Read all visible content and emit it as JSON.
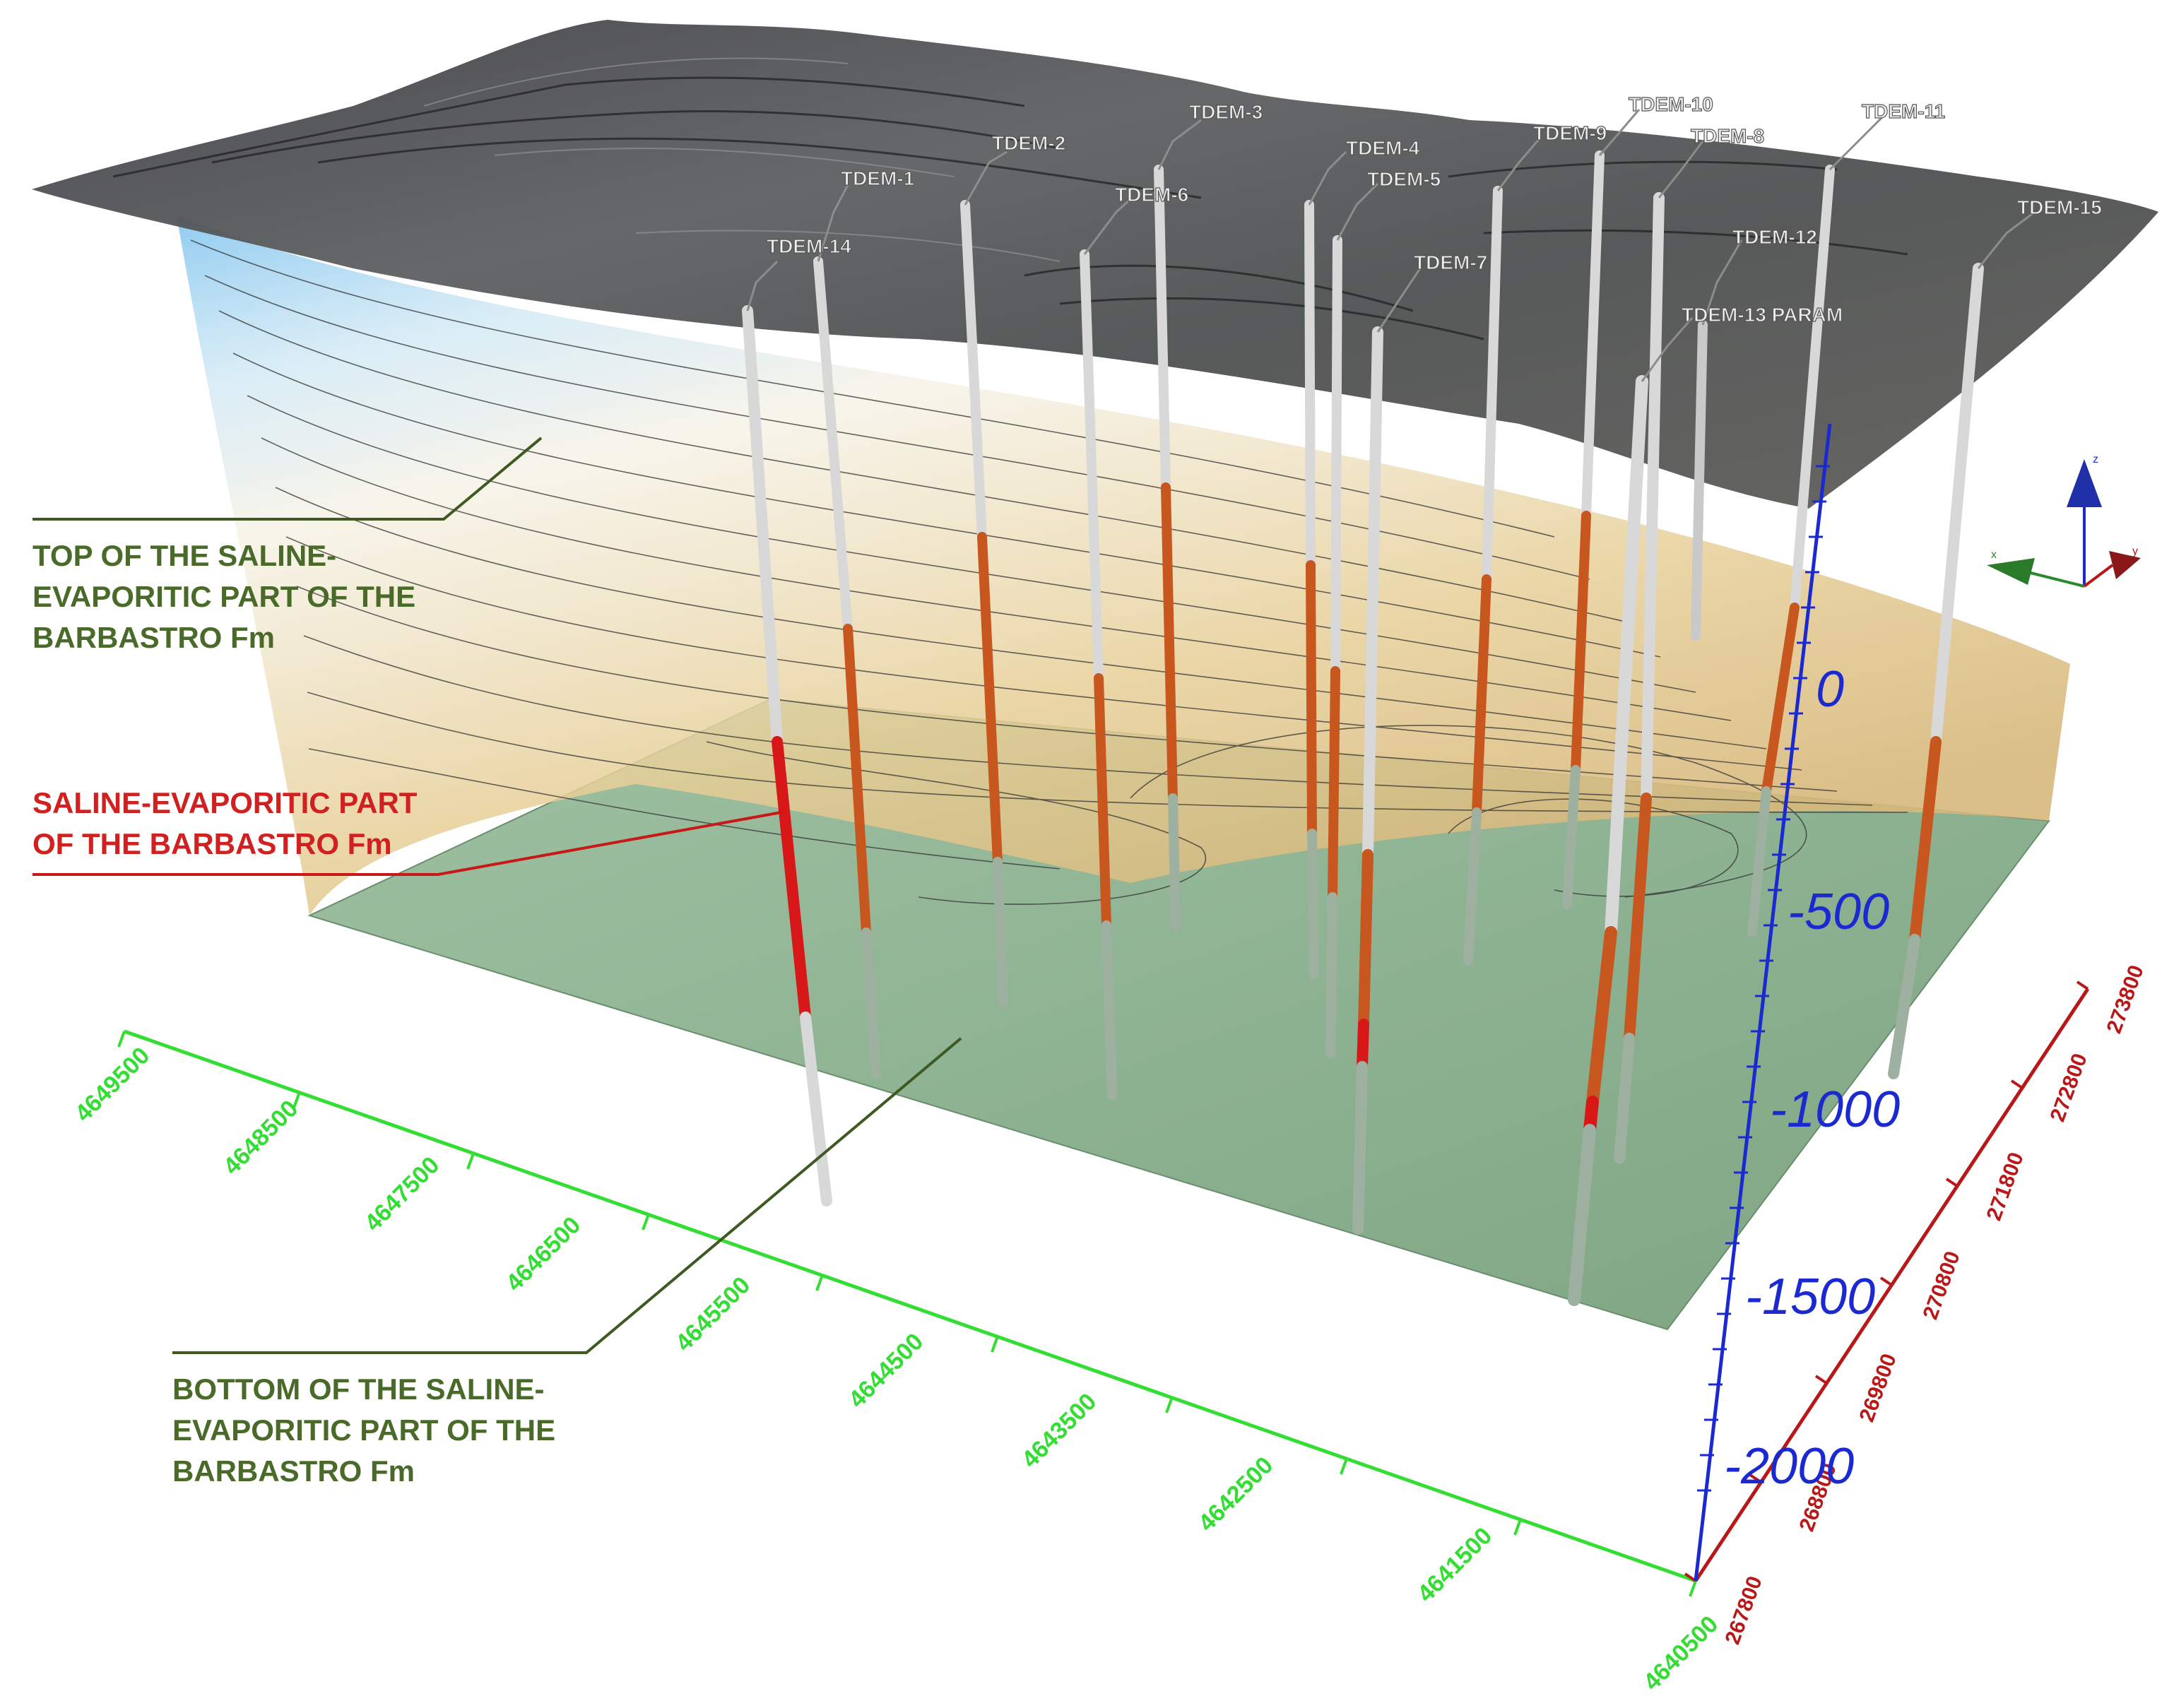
{
  "wells": [
    {
      "name": "TDEM-1"
    },
    {
      "name": "TDEM-2"
    },
    {
      "name": "TDEM-3"
    },
    {
      "name": "TDEM-4"
    },
    {
      "name": "TDEM-5"
    },
    {
      "name": "TDEM-6"
    },
    {
      "name": "TDEM-7"
    },
    {
      "name": "TDEM-8"
    },
    {
      "name": "TDEM-9"
    },
    {
      "name": "TDEM-10"
    },
    {
      "name": "TDEM-11"
    },
    {
      "name": "TDEM-12"
    },
    {
      "name": "TDEM-13 PARAM"
    },
    {
      "name": "TDEM-14"
    },
    {
      "name": "TDEM-15"
    }
  ],
  "callouts": {
    "top_surface": [
      "TOP OF THE SALINE-",
      "EVAPORITIC PART OF THE",
      "BARBASTRO Fm"
    ],
    "saline_part": [
      "SALINE-EVAPORITIC PART",
      "OF THE BARBASTRO Fm"
    ],
    "bottom_surface": [
      "BOTTOM OF THE SALINE-",
      "EVAPORITIC PART OF THE",
      "BARBASTRO Fm"
    ]
  },
  "axes": {
    "z": {
      "ticks": [
        "0",
        "-500",
        "-1000",
        "-1500",
        "-2000"
      ],
      "color": "#1a2ad0"
    },
    "y_green": {
      "ticks": [
        "4649500",
        "4648500",
        "4647500",
        "4646500",
        "4645500",
        "4644500",
        "4643500",
        "4642500",
        "4641500",
        "4640500"
      ],
      "color": "#33dd33"
    },
    "x_red": {
      "ticks": [
        "267800",
        "268800",
        "269800",
        "270800",
        "271800",
        "272800",
        "273800"
      ],
      "color": "#b81818"
    }
  },
  "colors": {
    "terrain": "#4d4d4f",
    "top_surface": "#e8d3a0",
    "bottom_surface": "#7faa85",
    "saline_interval": "#c8561f",
    "saline_highlight": "#d81818",
    "callout_green": "#4a6a2a",
    "callout_red": "#d02020",
    "axis_blue": "#1a2ad0",
    "axis_green": "#33dd33",
    "axis_red": "#b81818"
  },
  "orientation_gizmo": {
    "icon": "axis-triad-icon",
    "labels": [
      "z",
      "x",
      "y"
    ]
  }
}
